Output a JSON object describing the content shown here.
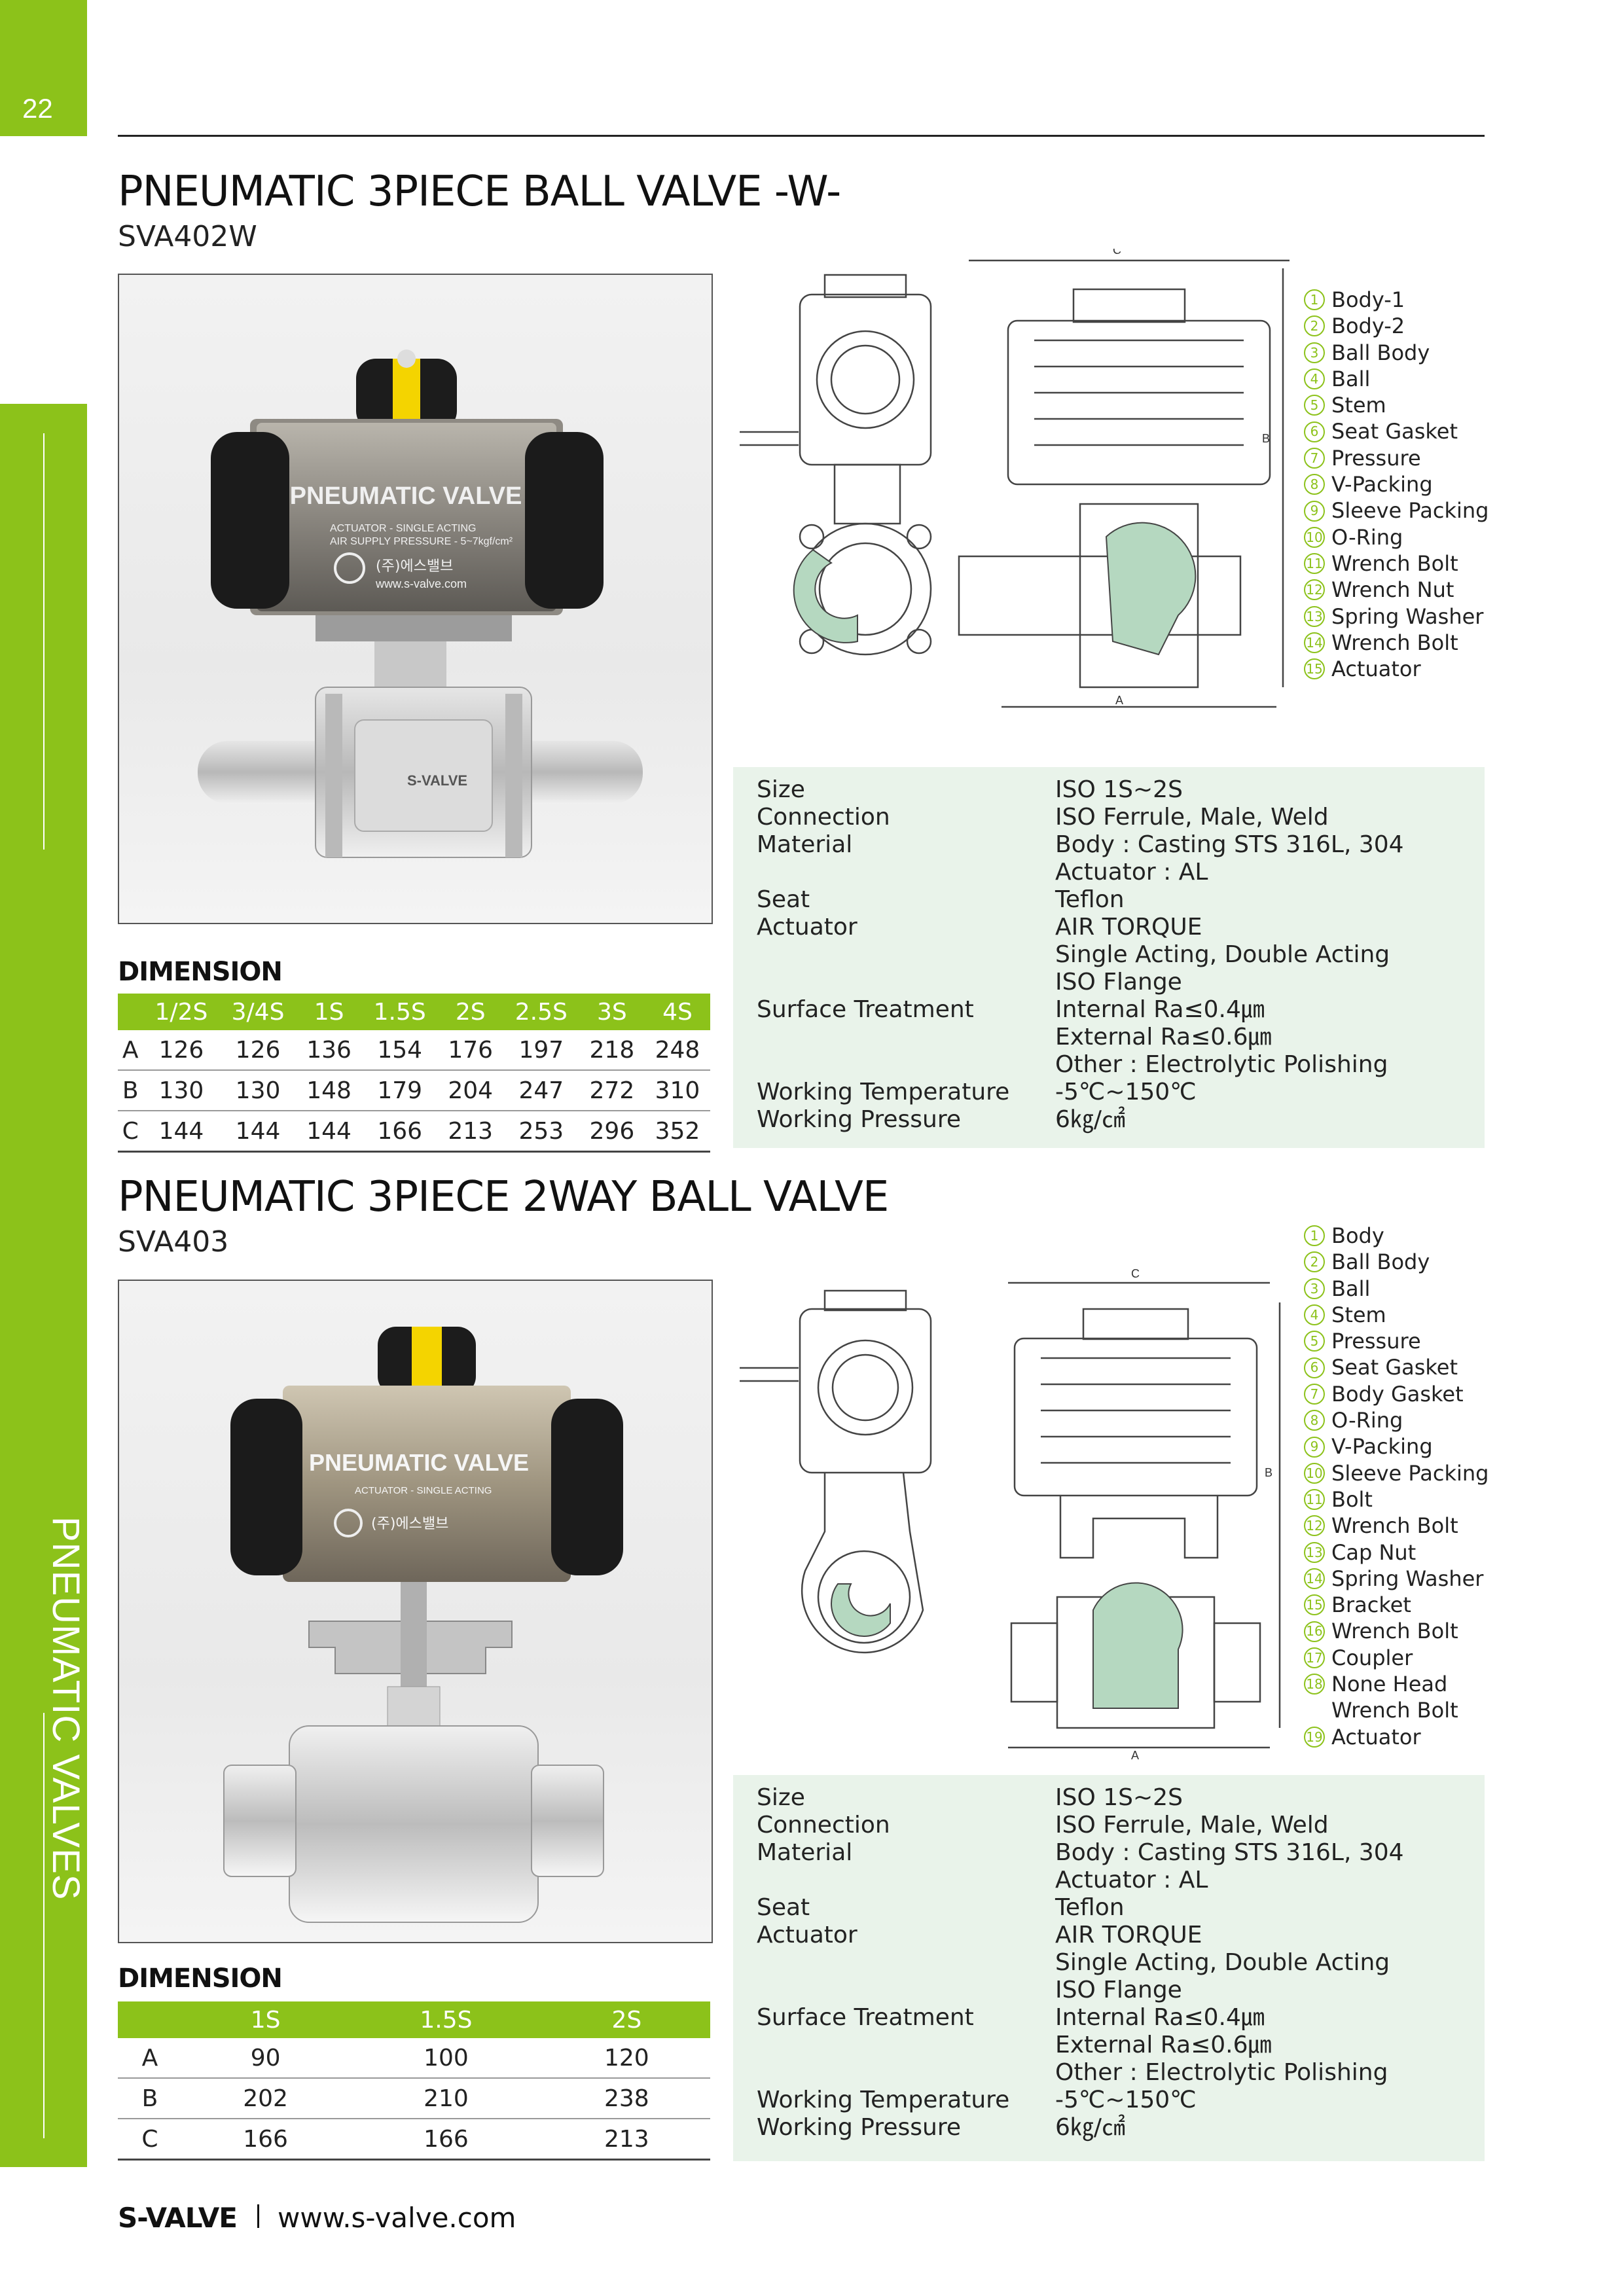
{
  "page_number": "22",
  "side_label": "PNEUMATIC VALVES",
  "colors": {
    "accent": "#8cc21a",
    "spec_bg": "#e9f3ea",
    "diagram_fill": "#b5d8c0"
  },
  "footer": {
    "brand": "S-VALVE",
    "url": "www.s-valve.com"
  },
  "product1": {
    "title": "PNEUMATIC 3PIECE BALL VALVE -W-",
    "model": "SVA402W",
    "photo_label": "PNEUMATIC VALVE",
    "photo_sub1": "ACTUATOR - SINGLE ACTING",
    "photo_sub2": "AIR SUPPLY PRESSURE - 5~7kgf/cm²",
    "photo_brand": "(주)에스밸브",
    "photo_url": "www.s-valve.com",
    "photo_body": "S-VALVE",
    "dimension": {
      "title": "DIMENSION",
      "headers": [
        "",
        "1/2S",
        "3/4S",
        "1S",
        "1.5S",
        "2S",
        "2.5S",
        "3S",
        "4S"
      ],
      "rows": [
        [
          "A",
          "126",
          "126",
          "136",
          "154",
          "176",
          "197",
          "218",
          "248"
        ],
        [
          "B",
          "130",
          "130",
          "148",
          "179",
          "204",
          "247",
          "272",
          "310"
        ],
        [
          "C",
          "144",
          "144",
          "144",
          "166",
          "213",
          "253",
          "296",
          "352"
        ]
      ]
    },
    "specs": [
      {
        "k": "Size",
        "v": "ISO 1S~2S"
      },
      {
        "k": "Connection",
        "v": "ISO Ferrule, Male, Weld"
      },
      {
        "k": "Material",
        "v": "Body : Casting STS 316L, 304"
      },
      {
        "k": "",
        "v": "Actuator : AL"
      },
      {
        "k": "Seat",
        "v": "Teflon"
      },
      {
        "k": "Actuator",
        "v": "AIR TORQUE"
      },
      {
        "k": "",
        "v": "Single Acting, Double Acting"
      },
      {
        "k": "",
        "v": "ISO Flange"
      },
      {
        "k": "Surface Treatment",
        "v": "Internal Ra≤0.4㎛"
      },
      {
        "k": "",
        "v": "External Ra≤0.6㎛"
      },
      {
        "k": "",
        "v": "Other : Electrolytic Polishing"
      },
      {
        "k": "Working Temperature",
        "v": "-5℃~150℃"
      },
      {
        "k": "Working Pressure",
        "v": "6㎏/㎠"
      }
    ],
    "parts": [
      {
        "n": "1",
        "label": "Body-1"
      },
      {
        "n": "2",
        "label": "Body-2"
      },
      {
        "n": "3",
        "label": "Ball Body"
      },
      {
        "n": "4",
        "label": "Ball"
      },
      {
        "n": "5",
        "label": "Stem"
      },
      {
        "n": "6",
        "label": "Seat Gasket"
      },
      {
        "n": "7",
        "label": "Pressure"
      },
      {
        "n": "8",
        "label": "V-Packing"
      },
      {
        "n": "9",
        "label": "Sleeve Packing"
      },
      {
        "n": "10",
        "label": "O-Ring"
      },
      {
        "n": "11",
        "label": "Wrench Bolt"
      },
      {
        "n": "12",
        "label": "Wrench Nut"
      },
      {
        "n": "13",
        "label": "Spring Washer"
      },
      {
        "n": "14",
        "label": "Wrench Bolt"
      },
      {
        "n": "15",
        "label": "Actuator"
      }
    ],
    "drawing": {
      "a": "A",
      "b": "B",
      "c": "C"
    }
  },
  "product2": {
    "title": "PNEUMATIC 3PIECE 2WAY BALL VALVE",
    "model": "SVA403",
    "photo_label": "PNEUMATIC VALVE",
    "photo_sub1": "ACTUATOR - SINGLE ACTING",
    "photo_brand": "(주)에스밸브",
    "dimension": {
      "title": "DIMENSION",
      "headers": [
        "",
        "1S",
        "1.5S",
        "2S"
      ],
      "rows": [
        [
          "A",
          "90",
          "100",
          "120"
        ],
        [
          "B",
          "202",
          "210",
          "238"
        ],
        [
          "C",
          "166",
          "166",
          "213"
        ]
      ]
    },
    "specs": [
      {
        "k": "Size",
        "v": "ISO 1S~2S"
      },
      {
        "k": "Connection",
        "v": "ISO Ferrule, Male, Weld"
      },
      {
        "k": "Material",
        "v": "Body : Casting STS 316L, 304"
      },
      {
        "k": "",
        "v": "Actuator : AL"
      },
      {
        "k": "Seat",
        "v": "Teflon"
      },
      {
        "k": "Actuator",
        "v": "AIR TORQUE"
      },
      {
        "k": "",
        "v": "Single Acting, Double Acting"
      },
      {
        "k": "",
        "v": "ISO Flange"
      },
      {
        "k": "Surface Treatment",
        "v": "Internal Ra≤0.4㎛"
      },
      {
        "k": "",
        "v": "External Ra≤0.6㎛"
      },
      {
        "k": "",
        "v": "Other : Electrolytic Polishing"
      },
      {
        "k": "Working Temperature",
        "v": "-5℃~150℃"
      },
      {
        "k": "Working Pressure",
        "v": "6㎏/㎠"
      }
    ],
    "parts": [
      {
        "n": "1",
        "label": "Body"
      },
      {
        "n": "2",
        "label": "Ball Body"
      },
      {
        "n": "3",
        "label": "Ball"
      },
      {
        "n": "4",
        "label": "Stem"
      },
      {
        "n": "5",
        "label": "Pressure"
      },
      {
        "n": "6",
        "label": "Seat Gasket"
      },
      {
        "n": "7",
        "label": "Body Gasket"
      },
      {
        "n": "8",
        "label": "O-Ring"
      },
      {
        "n": "9",
        "label": "V-Packing"
      },
      {
        "n": "10",
        "label": "Sleeve Packing"
      },
      {
        "n": "11",
        "label": "Bolt"
      },
      {
        "n": "12",
        "label": "Wrench Bolt"
      },
      {
        "n": "13",
        "label": "Cap Nut"
      },
      {
        "n": "14",
        "label": "Spring Washer"
      },
      {
        "n": "15",
        "label": "Bracket"
      },
      {
        "n": "16",
        "label": "Wrench Bolt"
      },
      {
        "n": "17",
        "label": "Coupler"
      },
      {
        "n": "18",
        "label": "None Head"
      },
      {
        "n": "",
        "label": "Wrench Bolt"
      },
      {
        "n": "19",
        "label": "Actuator"
      }
    ],
    "drawing": {
      "a": "A",
      "b": "B",
      "c": "C"
    }
  }
}
